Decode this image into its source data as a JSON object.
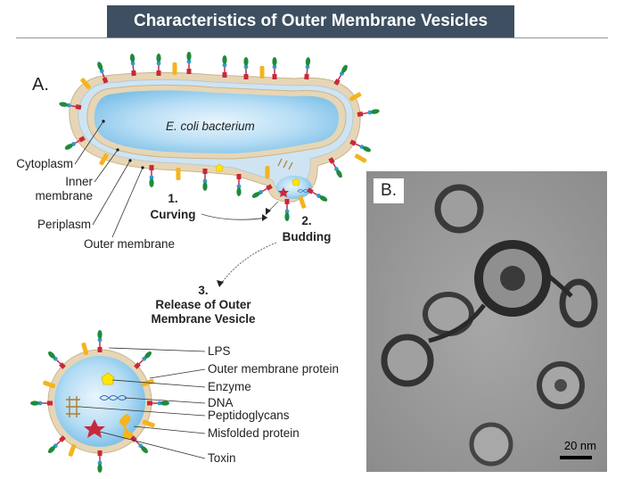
{
  "title": "Characteristics of Outer Membrane Vesicles",
  "panel_a": {
    "label": "A.",
    "bacterium_label": "E. coli bacterium",
    "layers": {
      "cytoplasm": "Cytoplasm",
      "inner_membrane_line1": "Inner",
      "inner_membrane_line2": "membrane",
      "periplasm": "Periplasm",
      "outer_membrane": "Outer membrane"
    },
    "steps": {
      "step1_num": "1.",
      "step1_text": "Curving",
      "step2_num": "2.",
      "step2_text": "Budding",
      "step3_num": "3.",
      "step3_line1": "Release of Outer",
      "step3_line2": "Membrane Vesicle"
    },
    "vesicle_legend": [
      "LPS",
      "Outer membrane protein",
      "Enzyme",
      "DNA",
      "Peptidoglycans",
      "Misfolded protein",
      "Toxin"
    ]
  },
  "panel_b": {
    "label": "B.",
    "scale_bar": "20 nm"
  },
  "colors": {
    "title_bg": "#3d4f60",
    "cytoplasm": "#a9d6f2",
    "membrane": "#e8d8b8",
    "lps_green": "#1f8a3a",
    "lps_red": "#c8283c",
    "lps_blue": "#2f9bd6",
    "protein_yellow": "#f4b41e",
    "enzyme": "#ffe600",
    "toxin": "#c8283c"
  }
}
